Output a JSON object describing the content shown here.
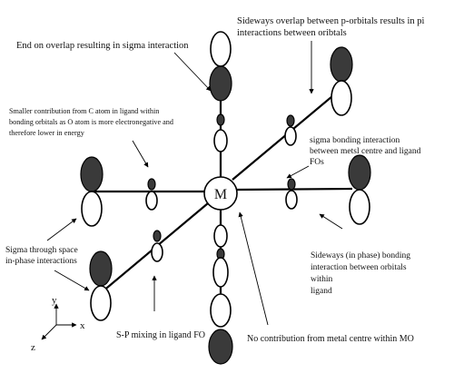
{
  "annotations": {
    "sideways_overlap_l1": "Sideways overlap between p-orbitals results in pi",
    "sideways_overlap_l2": "interactions between oribtals",
    "end_on_overlap": "End on overlap resulting in sigma interaction",
    "smaller_contribution_l1": "Smaller contribution from C atom in ligand within",
    "smaller_contribution_l2": "bonding orbitals as O atom is more electronegative and",
    "smaller_contribution_l3": "therefore lower in energy",
    "sigma_bonding_l1": "sigma bonding interaction",
    "sigma_bonding_l2": "between metsl centre and ligand",
    "sigma_bonding_l3": "FOs",
    "sigma_through_space_l1": "Sigma through space",
    "sigma_through_space_l2": "in-phase interactions",
    "sideways_inphase_l1": "Sideways (in phase) bonding",
    "sideways_inphase_l2": "interaction between orbitals",
    "sideways_inphase_l3": "within",
    "sideways_inphase_l4": "ligand",
    "sp_mixing": "S-P mixing in ligand FO",
    "no_contribution": "No contribution from metal centre within MO"
  },
  "metal_label": "M",
  "axes": {
    "y": "y",
    "x": "x",
    "z": "z"
  },
  "colors": {
    "shaded_lobe": "#3a3a3a",
    "line": "#000000",
    "background": "#ffffff"
  }
}
